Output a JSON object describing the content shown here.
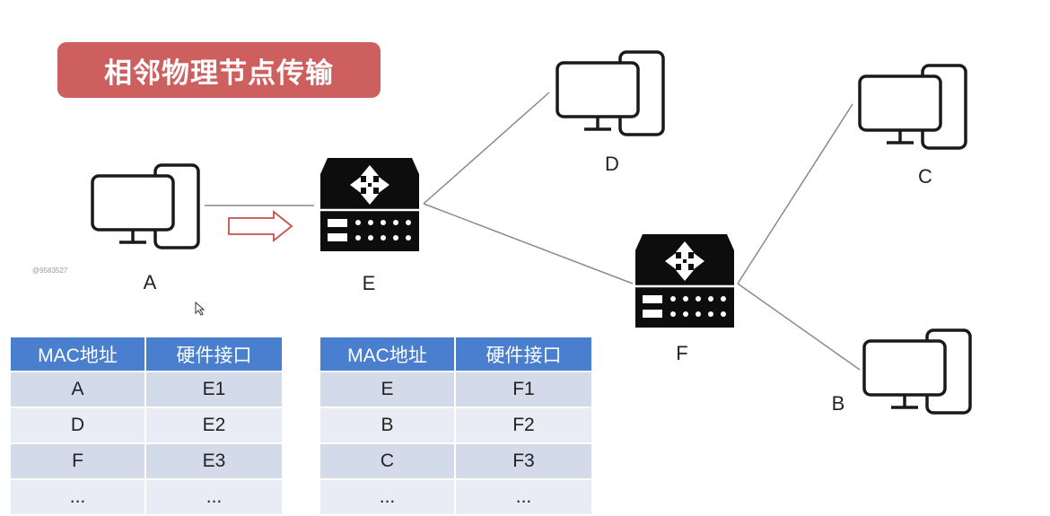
{
  "title": "相邻物理节点传输",
  "watermark": "@9583527",
  "nodes": {
    "A": "A",
    "B": "B",
    "C": "C",
    "D": "D",
    "E": "E",
    "F": "F"
  },
  "tables": {
    "left": {
      "headers": [
        "MAC地址",
        "硬件接口"
      ],
      "rows": [
        [
          "A",
          "E1"
        ],
        [
          "D",
          "E2"
        ],
        [
          "F",
          "E3"
        ],
        [
          "...",
          "..."
        ]
      ]
    },
    "right": {
      "headers": [
        "MAC地址",
        "硬件接口"
      ],
      "rows": [
        [
          "E",
          "F1"
        ],
        [
          "B",
          "F2"
        ],
        [
          "C",
          "F3"
        ],
        [
          "...",
          "..."
        ]
      ]
    }
  },
  "colors": {
    "banner": "#cd5f5f",
    "header": "#4a7fd0",
    "row_dark": "#d3daea",
    "row_light": "#e9ecf4",
    "arrow": "#c94f4f"
  },
  "icons": {
    "computer": "computer-icon",
    "router": "router-icon",
    "transfer_arrow": "arrow-right-icon",
    "cursor": "mouse-cursor-icon"
  }
}
